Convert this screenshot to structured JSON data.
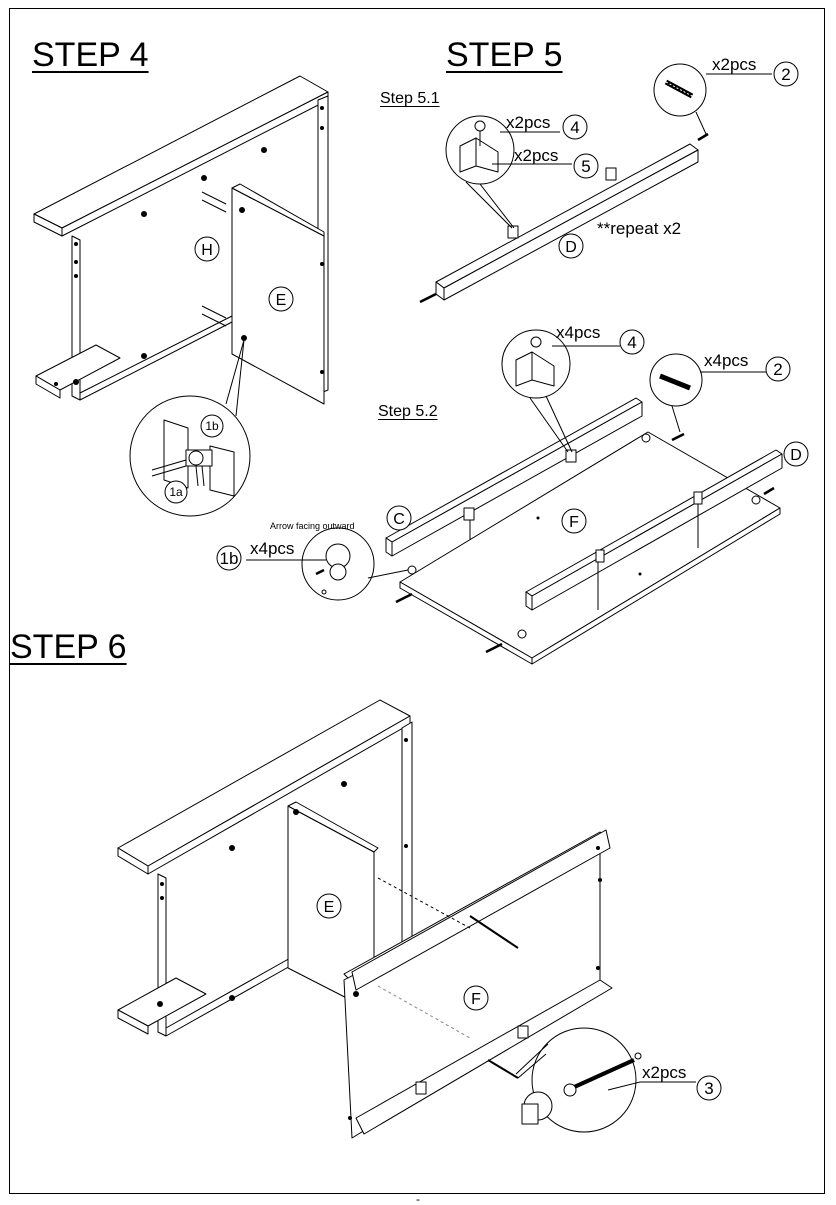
{
  "steps": {
    "step4": {
      "title": "STEP 4"
    },
    "step5": {
      "title": "STEP 5",
      "sub1": "Step 5.1",
      "sub2": "Step 5.2",
      "repeat_note": "**repeat x2",
      "callouts_5_1": [
        {
          "qty": "x2pcs",
          "part": "2"
        },
        {
          "qty": "x2pcs",
          "part": "4"
        },
        {
          "qty": "x2pcs",
          "part": "5"
        }
      ],
      "callouts_5_2": [
        {
          "qty": "x4pcs",
          "part": "4"
        },
        {
          "qty": "x4pcs",
          "part": "2"
        },
        {
          "qty": "x4pcs",
          "part": "1b"
        }
      ],
      "arrow_note": "Arrow facing outward"
    },
    "step6": {
      "title": "STEP 6",
      "callout": {
        "qty": "x2pcs",
        "part": "3"
      }
    }
  },
  "panels": {
    "H": "H",
    "E": "E",
    "D": "D",
    "C": "C",
    "F": "F"
  },
  "cam_parts": {
    "a": "1a",
    "b": "1b"
  },
  "page_mark": "-"
}
